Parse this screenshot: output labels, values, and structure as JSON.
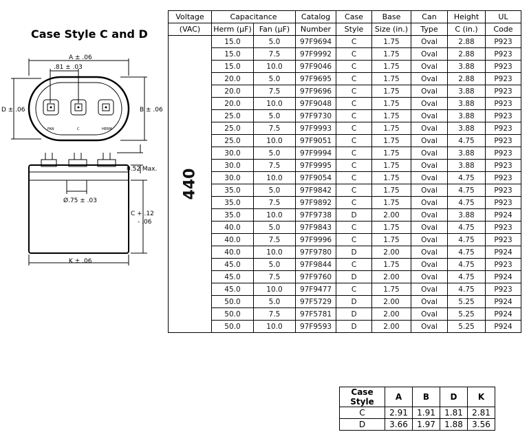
{
  "title": "Case Style C and D",
  "diagram": {
    "dim_a": "A ± .06",
    "dim_81": ".81 ± .03",
    "dim_d": "D ± .06",
    "dim_b": "B ± .06",
    "dim_052": "0.52 Max.",
    "dim_075": "Ø.75 ± .03",
    "dim_c_top": "C + .12",
    "dim_c_bot": "- .06",
    "dim_k": "K ± .06",
    "term_fan": "FAN",
    "term_c": "C",
    "term_herm": "HERM"
  },
  "spec_table": {
    "headers": {
      "voltage": "Voltage",
      "vac": "(VAC)",
      "capacitance": "Capacitance",
      "herm": "Herm (μF)",
      "fan": "Fan (μF)",
      "catalog": "Catalog",
      "number": "Number",
      "case": "Case",
      "style": "Style",
      "base": "Base",
      "size": "Size (in.)",
      "can": "Can",
      "type": "Type",
      "height": "Height",
      "heightc": "C (in.)",
      "ul": "UL",
      "code": "Code"
    },
    "voltage": "440",
    "rows": [
      [
        "15.0",
        "5.0",
        "97F9694",
        "C",
        "1.75",
        "Oval",
        "2.88",
        "P923"
      ],
      [
        "15.0",
        "7.5",
        "97F9992",
        "C",
        "1.75",
        "Oval",
        "2.88",
        "P923"
      ],
      [
        "15.0",
        "10.0",
        "97F9046",
        "C",
        "1.75",
        "Oval",
        "3.88",
        "P923"
      ],
      [
        "20.0",
        "5.0",
        "97F9695",
        "C",
        "1.75",
        "Oval",
        "2.88",
        "P923"
      ],
      [
        "20.0",
        "7.5",
        "97F9696",
        "C",
        "1.75",
        "Oval",
        "3.88",
        "P923"
      ],
      [
        "20.0",
        "10.0",
        "97F9048",
        "C",
        "1.75",
        "Oval",
        "3.88",
        "P923"
      ],
      [
        "25.0",
        "5.0",
        "97F9730",
        "C",
        "1.75",
        "Oval",
        "3.88",
        "P923"
      ],
      [
        "25.0",
        "7.5",
        "97F9993",
        "C",
        "1.75",
        "Oval",
        "3.88",
        "P923"
      ],
      [
        "25.0",
        "10.0",
        "97F9051",
        "C",
        "1.75",
        "Oval",
        "4.75",
        "P923"
      ],
      [
        "30.0",
        "5.0",
        "97F9994",
        "C",
        "1.75",
        "Oval",
        "3.88",
        "P923"
      ],
      [
        "30.0",
        "7.5",
        "97F9995",
        "C",
        "1.75",
        "Oval",
        "3.88",
        "P923"
      ],
      [
        "30.0",
        "10.0",
        "97F9054",
        "C",
        "1.75",
        "Oval",
        "4.75",
        "P923"
      ],
      [
        "35.0",
        "5.0",
        "97F9842",
        "C",
        "1.75",
        "Oval",
        "4.75",
        "P923"
      ],
      [
        "35.0",
        "7.5",
        "97F9892",
        "C",
        "1.75",
        "Oval",
        "4.75",
        "P923"
      ],
      [
        "35.0",
        "10.0",
        "97F9738",
        "D",
        "2.00",
        "Oval",
        "3.88",
        "P924"
      ],
      [
        "40.0",
        "5.0",
        "97F9843",
        "C",
        "1.75",
        "Oval",
        "4.75",
        "P923"
      ],
      [
        "40.0",
        "7.5",
        "97F9996",
        "C",
        "1.75",
        "Oval",
        "4.75",
        "P923"
      ],
      [
        "40.0",
        "10.0",
        "97F9780",
        "D",
        "2.00",
        "Oval",
        "4.75",
        "P924"
      ],
      [
        "45.0",
        "5.0",
        "97F9844",
        "C",
        "1.75",
        "Oval",
        "4.75",
        "P923"
      ],
      [
        "45.0",
        "7.5",
        "97F9760",
        "D",
        "2.00",
        "Oval",
        "4.75",
        "P924"
      ],
      [
        "45.0",
        "10.0",
        "97F9477",
        "C",
        "1.75",
        "Oval",
        "4.75",
        "P923"
      ],
      [
        "50.0",
        "5.0",
        "97F5729",
        "D",
        "2.00",
        "Oval",
        "5.25",
        "P924"
      ],
      [
        "50.0",
        "7.5",
        "97F5781",
        "D",
        "2.00",
        "Oval",
        "5.25",
        "P924"
      ],
      [
        "50.0",
        "10.0",
        "97F9593",
        "D",
        "2.00",
        "Oval",
        "5.25",
        "P924"
      ]
    ]
  },
  "case_table": {
    "headers": [
      "Case Style",
      "A",
      "B",
      "D",
      "K"
    ],
    "rows": [
      [
        "C",
        "2.91",
        "1.91",
        "1.81",
        "2.81"
      ],
      [
        "D",
        "3.66",
        "1.97",
        "1.88",
        "3.56"
      ]
    ]
  }
}
